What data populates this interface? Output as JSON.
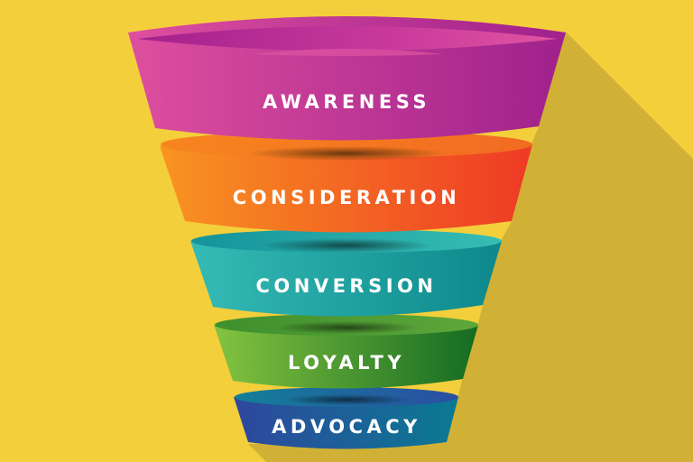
{
  "diagram": {
    "type": "marketing-funnel",
    "background_color": "#f4cf3c",
    "shadow_color": "#d1b135",
    "stages": [
      {
        "label": "AWARENESS",
        "color_left": "#de4f9e",
        "color_right": "#a0218c",
        "inner_left": "#a4218d",
        "inner_right": "#e055a2"
      },
      {
        "label": "CONSIDERATION",
        "color_left": "#f89421",
        "color_right": "#ee3a25",
        "inner_left": "#f7851f",
        "inner_right": "#f26b22"
      },
      {
        "label": "CONVERSION",
        "color_left": "#35bbb5",
        "color_right": "#0d888c",
        "inner_left": "#15939a",
        "inner_right": "#36bdb4"
      },
      {
        "label": "LOYALTY",
        "color_left": "#84c340",
        "color_right": "#146b22",
        "inner_left": "#3e8f2e",
        "inner_right": "#5ea73a"
      },
      {
        "label": "ADVOCACY",
        "color_left": "#2f479e",
        "color_right": "#0a7a92",
        "inner_left": "#137f98",
        "inner_right": "#2a4fa2"
      }
    ]
  }
}
